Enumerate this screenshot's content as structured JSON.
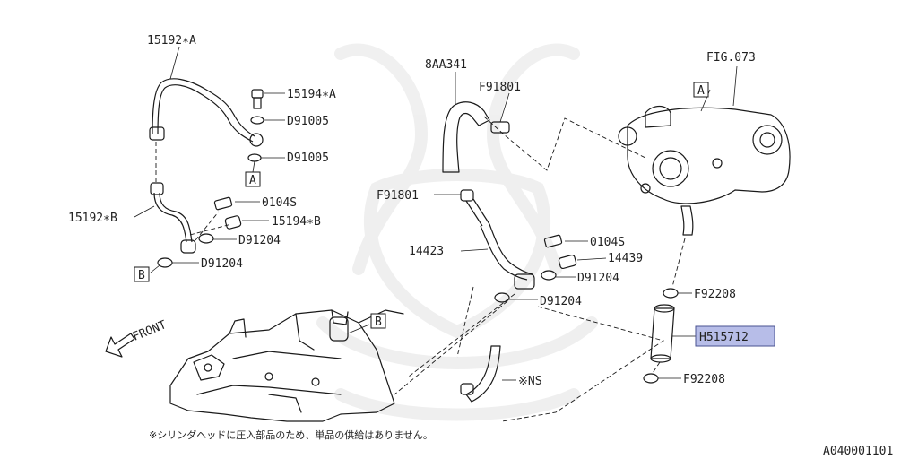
{
  "diagram": {
    "parts": {
      "p15192a": "15192∗A",
      "p15194a": "15194∗A",
      "d91005_top": "D91005",
      "d91005_bot": "D91005",
      "ref_a_left": "A",
      "p15192b": "15192∗B",
      "p0104s_left": "0104S",
      "p15194b": "15194∗B",
      "d91204_left_mid": "D91204",
      "d91204_left_bot": "D91204",
      "ref_b_left": "B",
      "p8aa341": "8AA341",
      "f91801_top": "F91801",
      "f91801_mid": "F91801",
      "p14423": "14423",
      "p0104s_right": "0104S",
      "p14439": "14439",
      "d91204_right_mid": "D91204",
      "d91204_right_bot": "D91204",
      "fig073": "FIG.073",
      "ref_a_right": "A",
      "f92208_top": "F92208",
      "h515712": "H515712",
      "f92208_bot": "F92208",
      "ref_b_center": "B",
      "ns": "※NS",
      "front": "FRONT"
    },
    "note": "※シリンダヘッドに圧入部品のため、単品の供給はありません。",
    "code": "A040001101"
  },
  "colors": {
    "highlight_fill": "#b7bde8",
    "line": "#1a1a1a"
  }
}
